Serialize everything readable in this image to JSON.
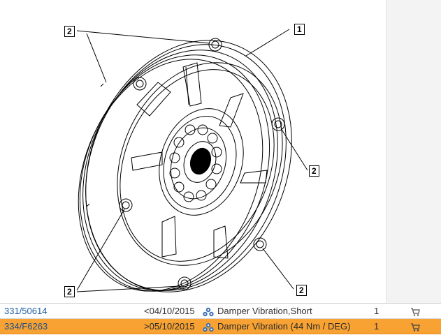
{
  "illustration": {
    "callouts": [
      {
        "id": "c1",
        "label": "1"
      },
      {
        "id": "c2a",
        "label": "2"
      },
      {
        "id": "c2b",
        "label": "2"
      },
      {
        "id": "c2c",
        "label": "2"
      },
      {
        "id": "c2d",
        "label": "2"
      }
    ]
  },
  "parts": {
    "rows": [
      {
        "part_no": "331/50614",
        "date": "<04/10/2015",
        "group_icon": "parts-group-icon",
        "description": "Damper Vibration,Short",
        "qty": "1",
        "cart_icon": "cart-icon",
        "selected": false
      },
      {
        "part_no": "334/F6263",
        "date": ">05/10/2015",
        "group_icon": "parts-group-icon",
        "description": "Damper Vibration (44 Nm / DEG)",
        "qty": "1",
        "cart_icon": "cart-icon",
        "selected": true
      }
    ],
    "selected_color": "#f7a233",
    "link_color": "#1f5fa8"
  }
}
